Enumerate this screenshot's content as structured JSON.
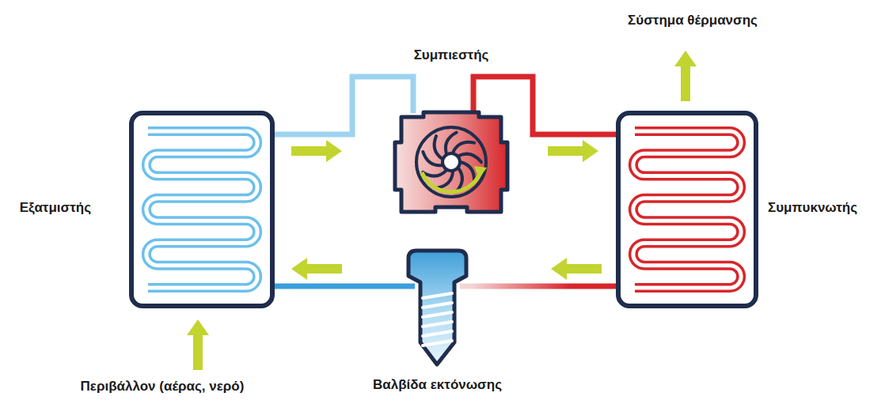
{
  "diagram": {
    "nodes": [
      {
        "text": [
          "Εξατμιστής"
        ]
      },
      {
        "text": [
          "Συμπιεστής"
        ]
      },
      {
        "text": [
          "Συμπυκνωτής"
        ]
      },
      {
        "text": [
          "Βαλβίδα εκτόνωσης"
        ]
      }
    ],
    "edges": [
      {
        "from": 0,
        "to": 1,
        "arrow": "none"
      },
      {
        "from": 1,
        "to": 2,
        "arrow": "none"
      },
      {
        "from": 2,
        "to": 3,
        "arrow": "none"
      },
      {
        "from": 3,
        "to": 0,
        "arrow": "none"
      }
    ],
    "labels": [
      "Σύστημα θέρμανσης",
      "Περιβάλλον (αέρας, νερό)"
    ]
  }
}
